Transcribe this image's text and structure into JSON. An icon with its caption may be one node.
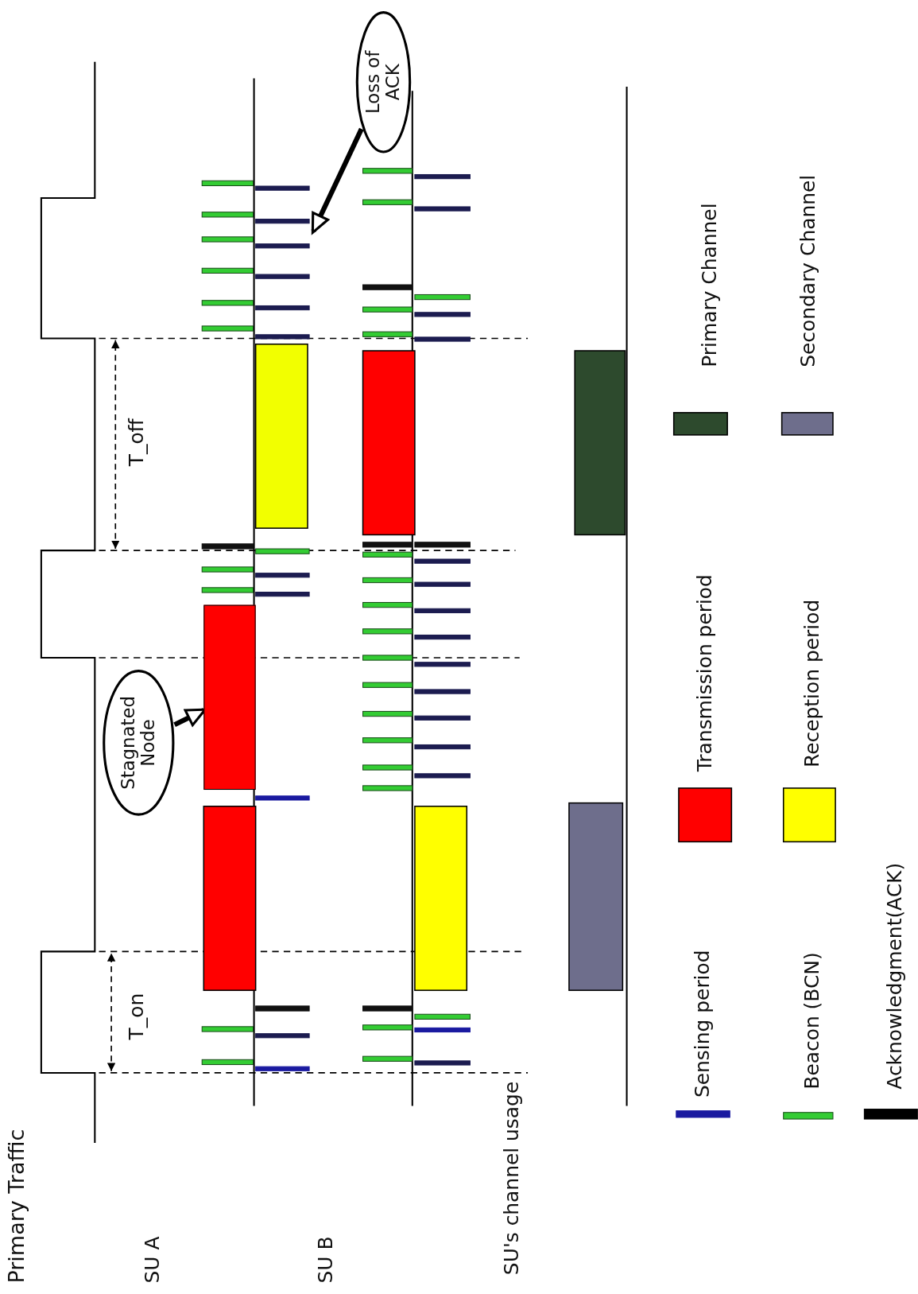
{
  "diagram": {
    "nodes": [
      {
        "text": [
          "Stagnated Node"
        ]
      },
      {
        "text": [
          "Loss of ACK"
        ]
      },
      {
        "text": [],
        "shape": "box"
      }
    ],
    "edges": [
      {
        "from": 0,
        "to": 2,
        "arrow": "to"
      },
      {
        "from": 1,
        "to": null,
        "arrow": "to"
      }
    ],
    "labels": [
      "Primary Traffic",
      "T_on",
      "T_off",
      "SU A",
      "SU B",
      "SU's channel usage"
    ],
    "legend": [
      {
        "text": "Sensing period"
      },
      {
        "text": "Transmission period",
        "color": "#ff0000"
      },
      {
        "text": "Primary Channel",
        "color": "#2d4a2d"
      },
      {
        "text": "Beacon (BCN)"
      },
      {
        "text": "Reception period",
        "color": "#ffff00"
      },
      {
        "text": "Secondary Channel",
        "color": "#6e6e8c"
      },
      {
        "text": "Acknowledgment(ACK)"
      }
    ]
  }
}
